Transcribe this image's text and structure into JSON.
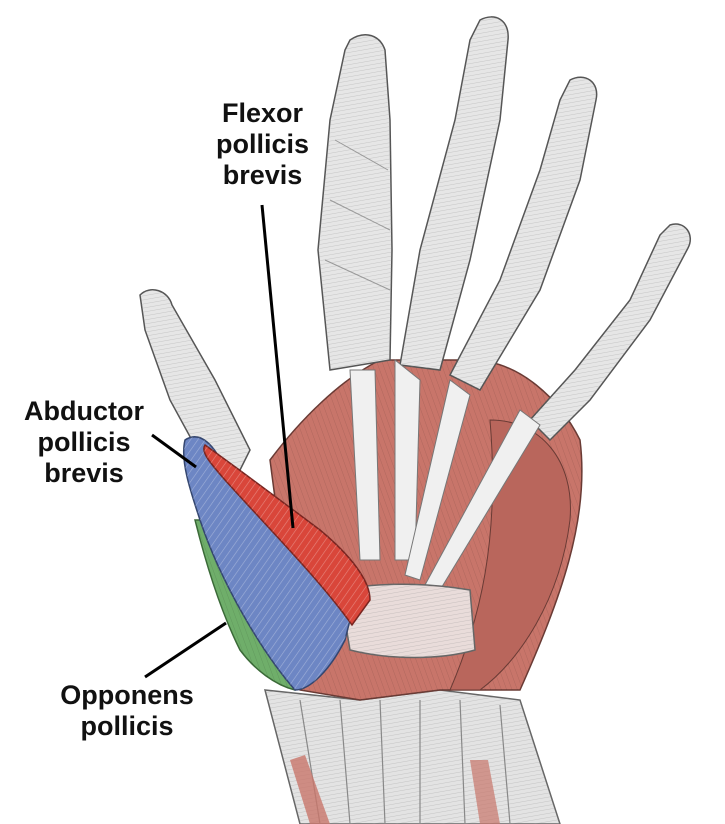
{
  "labels": {
    "flexor": {
      "lines": [
        "Flexor",
        "pollicis",
        "brevis"
      ]
    },
    "abductor": {
      "lines": [
        "Abductor",
        "pollicis",
        "brevis"
      ]
    },
    "opponens": {
      "lines": [
        "Opponens",
        "pollicis"
      ]
    }
  },
  "colors": {
    "flexor_pollicis_brevis": "#d9463a",
    "abductor_pollicis_brevis": "#6d86c4",
    "opponens_pollicis": "#6fae6a",
    "other_muscle": "#c8756a",
    "tendon": "#d6d6d6",
    "outline": "#555555",
    "leader": "#000000"
  }
}
